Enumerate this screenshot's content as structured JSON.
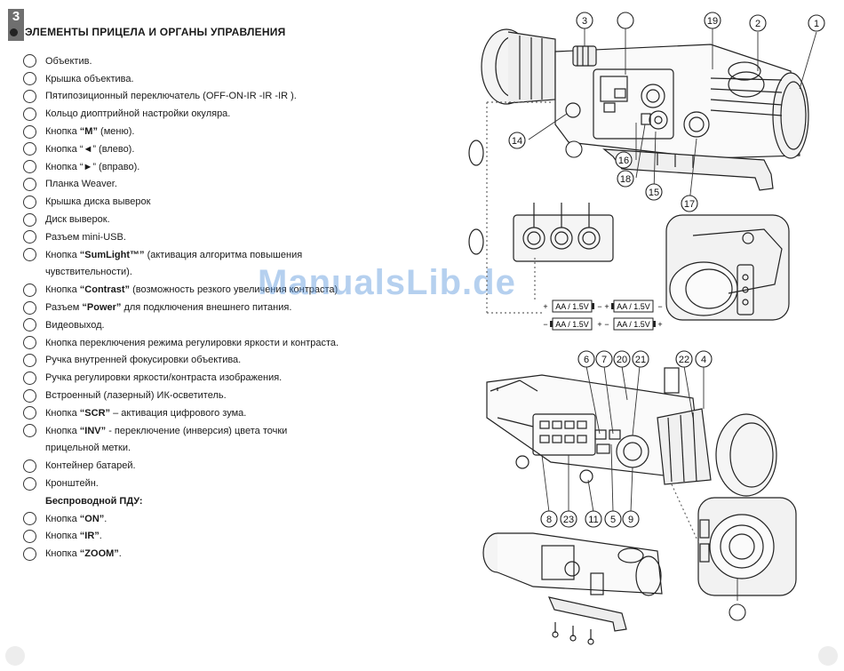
{
  "page": {
    "number": "3",
    "heading": "ЭЛЕМЕНТЫ ПРИЦЕЛА И ОРГАНЫ УПРАВЛЕНИЯ",
    "watermark": "ManualsLib.de"
  },
  "items": [
    {
      "pre": "Объектив.",
      "bold": "",
      "post": ""
    },
    {
      "pre": "Крышка объектива.",
      "bold": "",
      "post": ""
    },
    {
      "pre": "Пятипозиционный переключатель (OFF-ON-IR  -IR  -IR   ).",
      "bold": "",
      "post": ""
    },
    {
      "pre": "Кольцо диоптрийной настройки окуляра.",
      "bold": "",
      "post": ""
    },
    {
      "pre": "Кнопка ",
      "bold": "“M”",
      "post": " (меню)."
    },
    {
      "pre": "Кнопка “◄” (влево).",
      "bold": "",
      "post": ""
    },
    {
      "pre": "Кнопка “►” (вправо).",
      "bold": "",
      "post": ""
    },
    {
      "pre": "Планка Weaver.",
      "bold": "",
      "post": ""
    },
    {
      "pre": "Крышка диска выверок",
      "bold": "",
      "post": ""
    },
    {
      "pre": "Диск выверок.",
      "bold": "",
      "post": ""
    },
    {
      "pre": "Разъем mini-USB.",
      "bold": "",
      "post": ""
    },
    {
      "pre": "Кнопка ",
      "bold": "“SumLight™”",
      "post": " (активация алгоритма повышения"
    },
    {
      "pre": "чувствительности).",
      "bold": "",
      "post": "",
      "cont": true
    },
    {
      "pre": "Кнопка ",
      "bold": "“Contrast”",
      "post": " (возможность резкого увеличения контраста)"
    },
    {
      "pre": "Разъем ",
      "bold": "“Power”",
      "post": "  для подключения внешнего питания."
    },
    {
      "pre": "Видеовыход.",
      "bold": "",
      "post": ""
    },
    {
      "pre": "Кнопка переключения режима регулировки яркости и контраста.",
      "bold": "",
      "post": ""
    },
    {
      "pre": "Ручка внутренней фокусировки объектива.",
      "bold": "",
      "post": ""
    },
    {
      "pre": "Ручка регулировки яркости/контраста изображения.",
      "bold": "",
      "post": ""
    },
    {
      "pre": "Встроенный (лазерный) ИК-осветитель.",
      "bold": "",
      "post": ""
    },
    {
      "pre": "Кнопка ",
      "bold": "“SCR”",
      "post": " – активация цифрового зума."
    },
    {
      "pre": "Кнопка ",
      "bold": "“INV”",
      "post": " - переключение (инверсия) цвета точки"
    },
    {
      "pre": "прицельной метки.",
      "bold": "",
      "post": "",
      "cont": true
    },
    {
      "pre": "Контейнер батарей.",
      "bold": "",
      "post": ""
    },
    {
      "pre": "Кронштейн.",
      "bold": "",
      "post": ""
    },
    {
      "pre": "",
      "bold": "Беспроводной ПДУ:",
      "post": "",
      "cont": true
    },
    {
      "pre": "Кнопка ",
      "bold": "“ON”",
      "post": "."
    },
    {
      "pre": "Кнопка ",
      "bold": "“IR”",
      "post": "."
    },
    {
      "pre": "Кнопка ",
      "bold": "“ZOOM”",
      "post": "."
    }
  ],
  "callouts": {
    "top": [
      "3",
      "",
      "19",
      "2",
      "1",
      "14",
      "",
      "16",
      "18",
      "15",
      "17"
    ],
    "middle": [
      "6",
      "7",
      "20",
      "21",
      "22",
      "4"
    ],
    "bottom": [
      "8",
      "23",
      "11",
      "5",
      "9",
      ""
    ],
    "battery_labels": [
      "AA / 1.5V",
      "AA / 1.5V",
      "AA / 1.5V",
      "AA / 1.5V"
    ],
    "battery_signs": [
      "+",
      "−",
      "+",
      "−",
      "−",
      "+",
      "−",
      "+"
    ]
  }
}
